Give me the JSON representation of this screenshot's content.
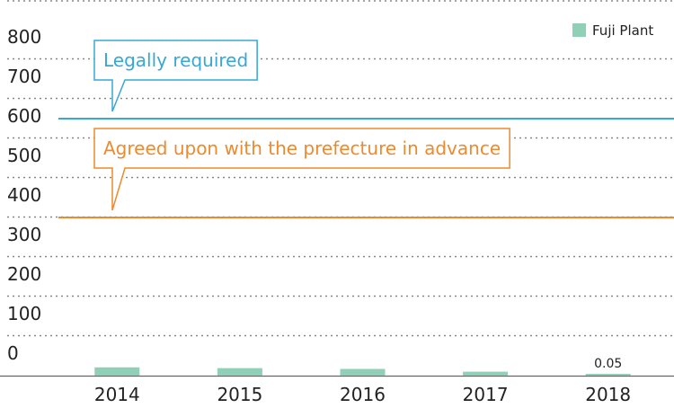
{
  "chart_data": {
    "type": "bar",
    "categories": [
      "2014",
      "2015",
      "2016",
      "2017",
      "2018"
    ],
    "series": [
      {
        "name": "Fuji Plant",
        "values": [
          21,
          19,
          17,
          10,
          0.05
        ]
      }
    ],
    "data_labels": [
      null,
      null,
      null,
      null,
      "0.05"
    ],
    "y_ticks": [
      "800",
      "700",
      "600",
      "500",
      "400",
      "300",
      "200",
      "100",
      "0"
    ],
    "ylim": [
      0,
      800
    ],
    "grid": "dotted horizontal",
    "legend": {
      "position": "top-right",
      "entries": [
        "Fuji Plant"
      ]
    },
    "reference_lines": [
      {
        "label": "Legally required",
        "value": 650,
        "color": "#35a8d6"
      },
      {
        "label": "Agreed upon with the prefecture in advance",
        "value": 400,
        "color": "#ee8a2c"
      }
    ],
    "colors": {
      "bar": "#8fd0b6",
      "grid": "#888888",
      "axis": "#666666"
    }
  }
}
